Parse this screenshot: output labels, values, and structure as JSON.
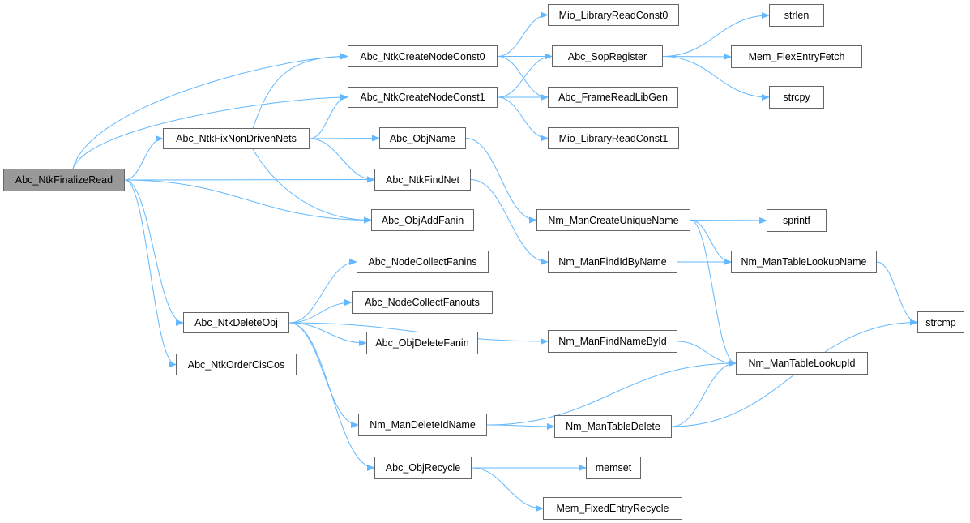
{
  "colors": {
    "edge": "#63b8ff",
    "root_fill": "#999999",
    "node_border": "#666666"
  },
  "root": "Abc_NtkFinalizeRead",
  "nodes": {
    "finalize": "Abc_NtkFinalizeRead",
    "const0": "Abc_NtkCreateNodeConst0",
    "const1": "Abc_NtkCreateNodeConst1",
    "fixnon": "Abc_NtkFixNonDrivenNets",
    "objname": "Abc_ObjName",
    "findnet": "Abc_NtkFindNet",
    "addfanin": "Abc_ObjAddFanin",
    "collfanins": "Abc_NodeCollectFanins",
    "collfanouts": "Abc_NodeCollectFanouts",
    "delfanin": "Abc_ObjDeleteFanin",
    "deleteobj": "Abc_NtkDeleteObj",
    "ordercis": "Abc_NtkOrderCisCos",
    "delidname": "Nm_ManDeleteIdName",
    "recycle": "Abc_ObjRecycle",
    "mio0": "Mio_LibraryReadConst0",
    "sopreg": "Abc_SopRegister",
    "framelib": "Abc_FrameReadLibGen",
    "mio1": "Mio_LibraryReadConst1",
    "uniq": "Nm_ManCreateUniqueName",
    "findid": "Nm_ManFindIdByName",
    "findname": "Nm_ManFindNameById",
    "tabdel": "Nm_ManTableDelete",
    "memset": "memset",
    "fixedrec": "Mem_FixedEntryRecycle",
    "strlen": "strlen",
    "flexfetch": "Mem_FlexEntryFetch",
    "strcpy": "strcpy",
    "sprintf": "sprintf",
    "lookname": "Nm_ManTableLookupName",
    "strcmp": "strcmp",
    "lookid": "Nm_ManTableLookupId"
  },
  "edges": [
    [
      "finalize",
      "const0"
    ],
    [
      "finalize",
      "const1"
    ],
    [
      "finalize",
      "fixnon"
    ],
    [
      "finalize",
      "findnet"
    ],
    [
      "finalize",
      "addfanin"
    ],
    [
      "finalize",
      "deleteobj"
    ],
    [
      "finalize",
      "ordercis"
    ],
    [
      "fixnon",
      "const0"
    ],
    [
      "fixnon",
      "const1"
    ],
    [
      "fixnon",
      "objname"
    ],
    [
      "fixnon",
      "findnet"
    ],
    [
      "fixnon",
      "addfanin"
    ],
    [
      "const0",
      "mio0"
    ],
    [
      "const0",
      "sopreg"
    ],
    [
      "const0",
      "framelib"
    ],
    [
      "const1",
      "sopreg"
    ],
    [
      "const1",
      "framelib"
    ],
    [
      "const1",
      "mio1"
    ],
    [
      "sopreg",
      "strlen"
    ],
    [
      "sopreg",
      "flexfetch"
    ],
    [
      "sopreg",
      "strcpy"
    ],
    [
      "objname",
      "uniq"
    ],
    [
      "findnet",
      "findid"
    ],
    [
      "uniq",
      "sprintf"
    ],
    [
      "uniq",
      "lookname"
    ],
    [
      "uniq",
      "lookid"
    ],
    [
      "findid",
      "lookname"
    ],
    [
      "lookname",
      "strcmp"
    ],
    [
      "deleteobj",
      "collfanins"
    ],
    [
      "deleteobj",
      "collfanouts"
    ],
    [
      "deleteobj",
      "delfanin"
    ],
    [
      "deleteobj",
      "findname"
    ],
    [
      "deleteobj",
      "delidname"
    ],
    [
      "deleteobj",
      "recycle"
    ],
    [
      "findname",
      "lookid"
    ],
    [
      "delidname",
      "lookid"
    ],
    [
      "delidname",
      "tabdel"
    ],
    [
      "tabdel",
      "lookid"
    ],
    [
      "tabdel",
      "strcmp"
    ],
    [
      "recycle",
      "memset"
    ],
    [
      "recycle",
      "fixedrec"
    ]
  ]
}
